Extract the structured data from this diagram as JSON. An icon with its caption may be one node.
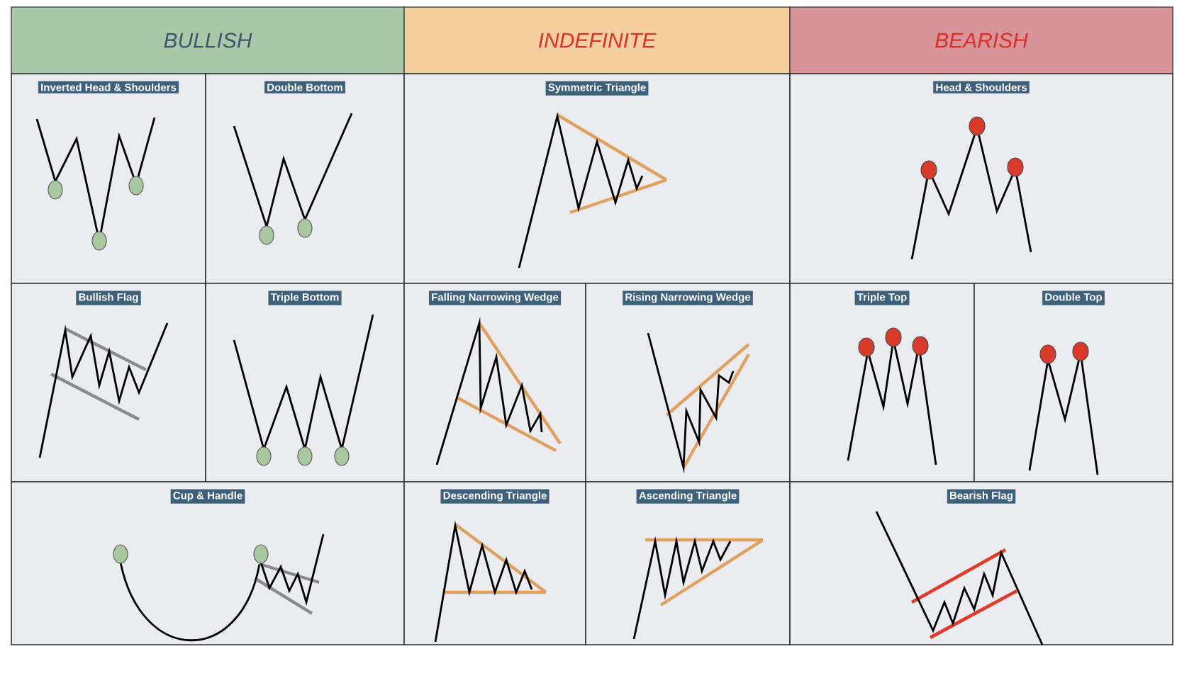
{
  "diagram": {
    "nodes": [
      {
        "text": [
          "BULLISH"
        ]
      },
      {
        "text": [
          "INDEFINITE"
        ]
      },
      {
        "text": [
          "BEARISH"
        ]
      },
      {
        "text": [
          "Inverted Head & Shoulders"
        ]
      },
      {
        "text": [
          "Double Bottom"
        ]
      },
      {
        "text": [
          "Symmetric Triangle"
        ]
      },
      {
        "text": [
          "Head & Shoulders"
        ]
      },
      {
        "text": [
          "Bullish Flag"
        ]
      },
      {
        "text": [
          "Triple Bottom"
        ]
      },
      {
        "text": [
          "Falling Narrowing Wedge"
        ]
      },
      {
        "text": [
          "Rising Narrowing Wedge"
        ]
      },
      {
        "text": [
          "Triple Top"
        ]
      },
      {
        "text": [
          "Double Top"
        ]
      },
      {
        "text": [
          "Cup & Handle"
        ]
      },
      {
        "text": [
          "Descending Triangle"
        ]
      },
      {
        "text": [
          "Ascending Triangle"
        ]
      },
      {
        "text": [
          "Bearish Flag"
        ]
      }
    ]
  }
}
